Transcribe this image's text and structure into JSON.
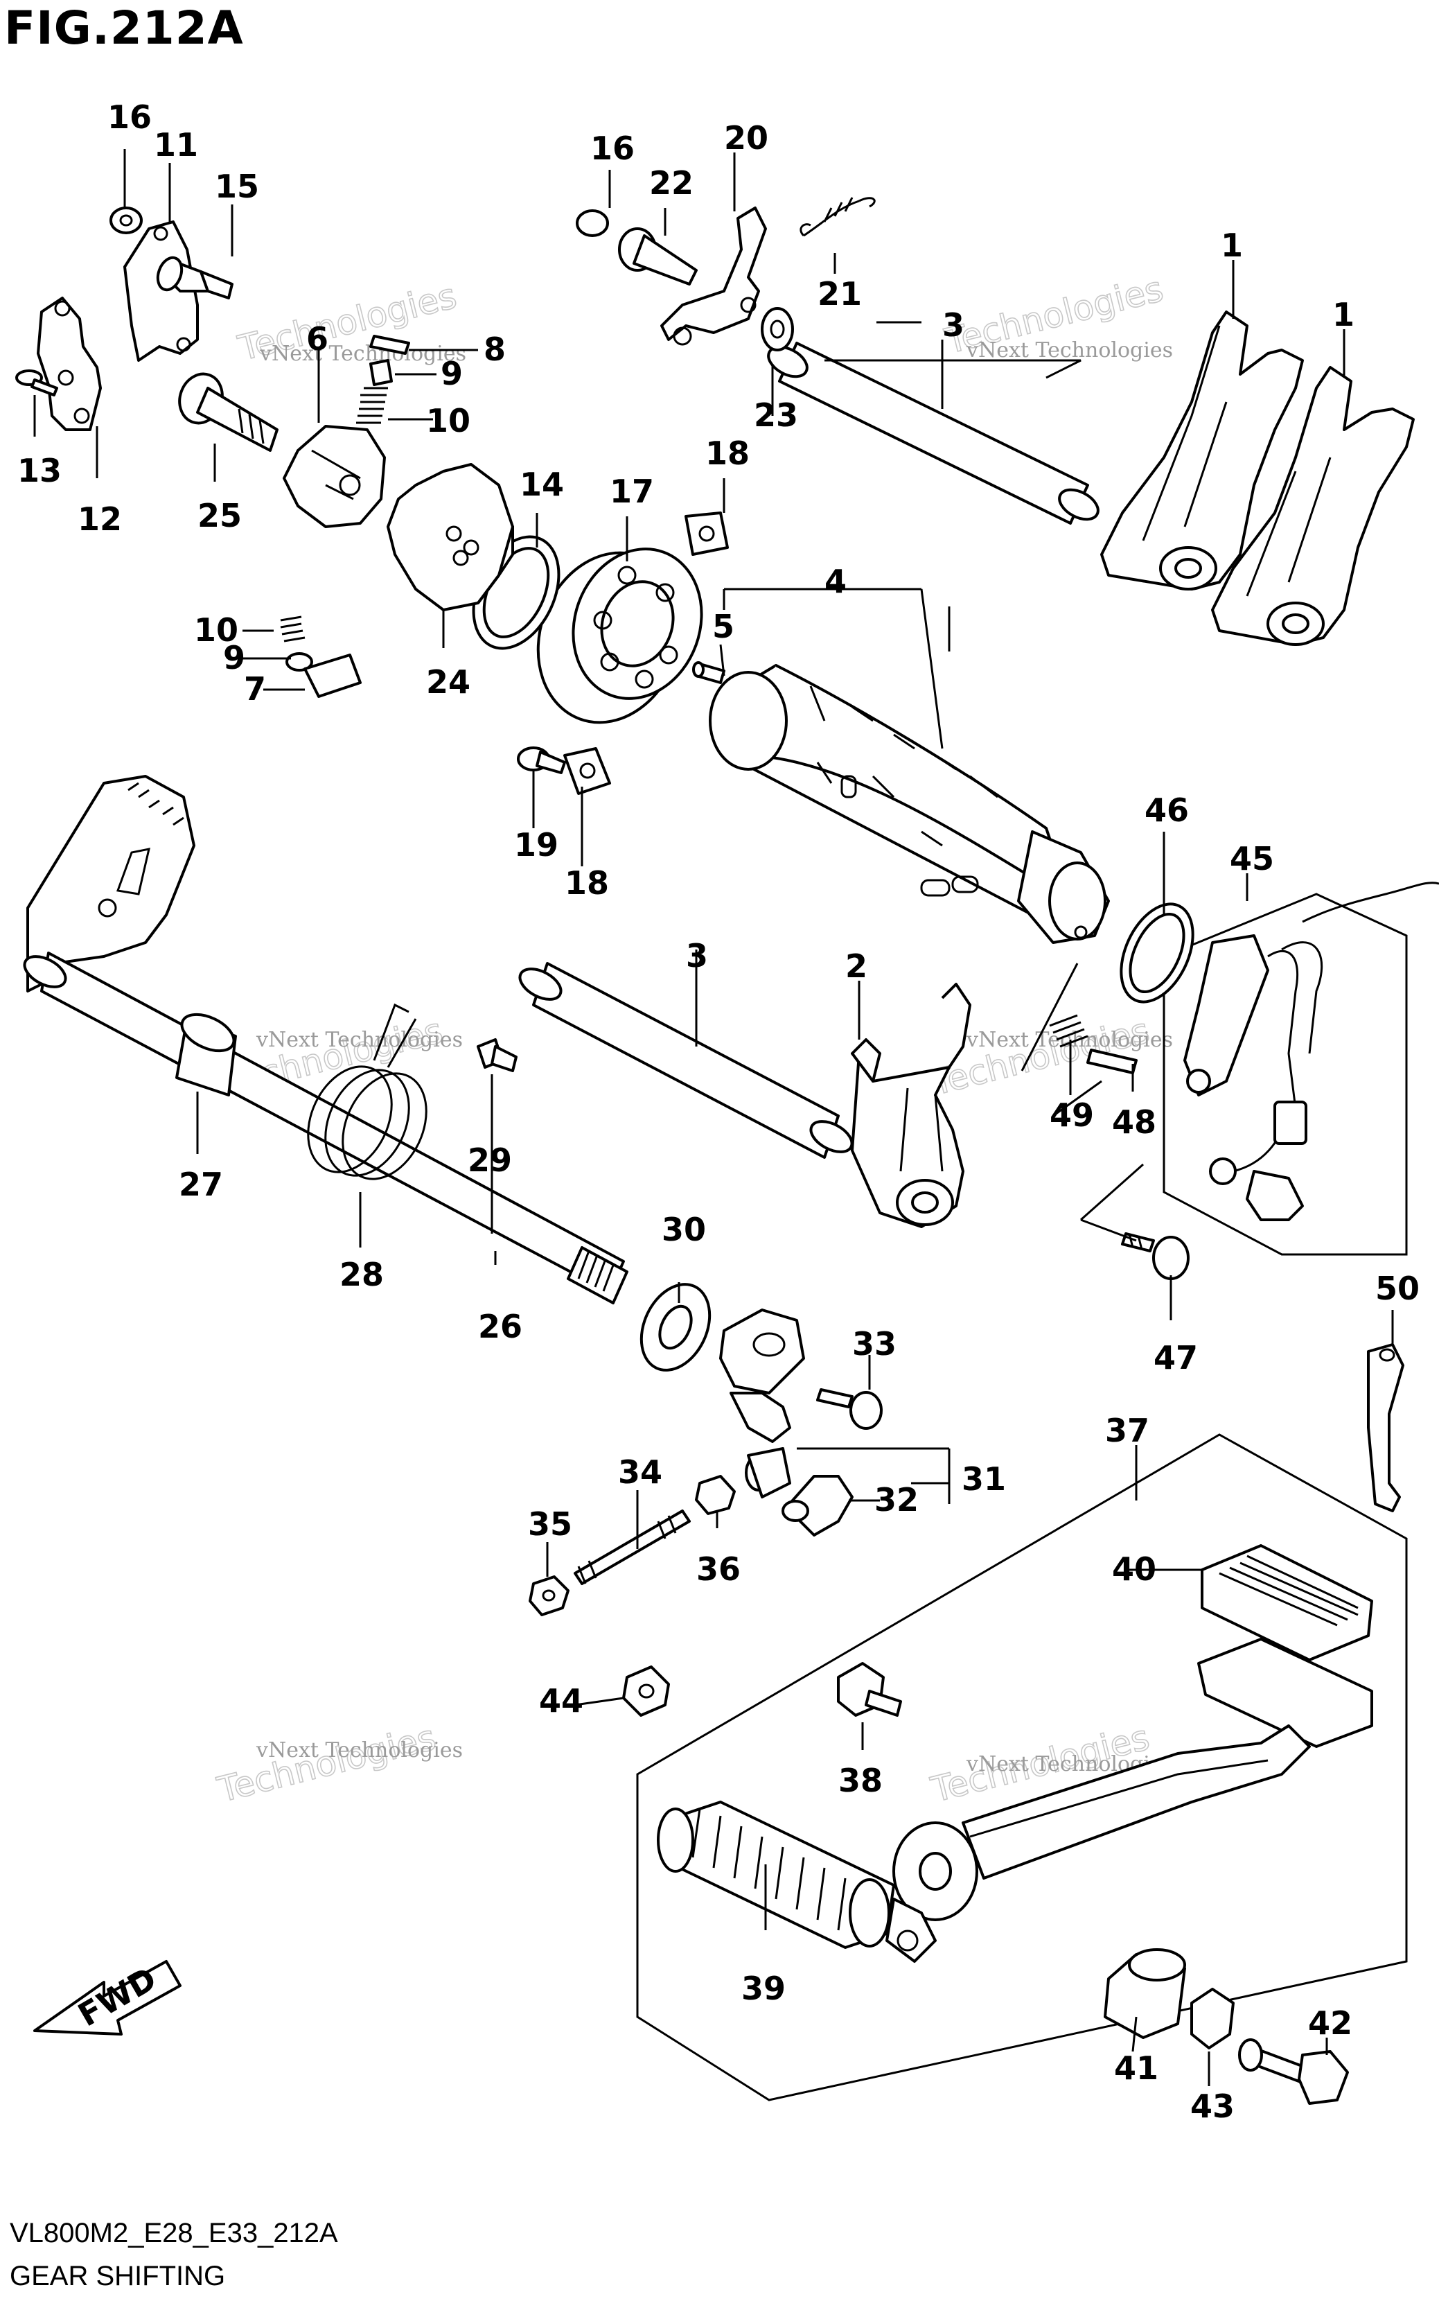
{
  "figure": {
    "title": "FIG.212A",
    "model_code": "VL800M2_E28_E33_212A",
    "caption": "GEAR SHIFTING"
  },
  "watermark": {
    "line": "vNext Technologies",
    "big1": "vNext",
    "big2": "Technologies"
  },
  "fwd_label": "FWD",
  "callouts": {
    "c1a": "1",
    "c1b": "1",
    "c2": "2",
    "c3a": "3",
    "c3b": "3",
    "c4": "4",
    "c5": "5",
    "c6": "6",
    "c7": "7",
    "c8": "8",
    "c9a": "9",
    "c9b": "9",
    "c10a": "10",
    "c10b": "10",
    "c11": "11",
    "c12": "12",
    "c13": "13",
    "c14": "14",
    "c15": "15",
    "c16a": "16",
    "c16b": "16",
    "c17": "17",
    "c18a": "18",
    "c18b": "18",
    "c19": "19",
    "c20": "20",
    "c21": "21",
    "c22": "22",
    "c23": "23",
    "c24": "24",
    "c25": "25",
    "c26": "26",
    "c27": "27",
    "c28": "28",
    "c29": "29",
    "c30": "30",
    "c31": "31",
    "c32": "32",
    "c33": "33",
    "c34": "34",
    "c35": "35",
    "c36": "36",
    "c37": "37",
    "c38": "38",
    "c39": "39",
    "c40": "40",
    "c41": "41",
    "c42": "42",
    "c43": "43",
    "c44": "44",
    "c45": "45",
    "c46": "46",
    "c47": "47",
    "c48": "48",
    "c49": "49",
    "c50": "50"
  }
}
